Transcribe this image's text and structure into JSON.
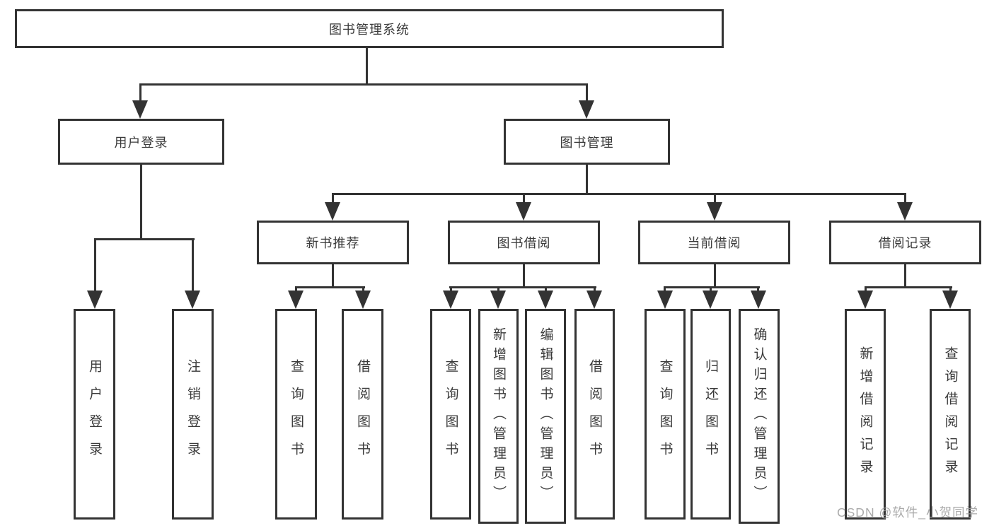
{
  "diagram": {
    "title": "图书管理系统",
    "nodes": {
      "root": "图书管理系统",
      "user_login": "用户登录",
      "book_mgmt": "图书管理",
      "new_books": "新书推荐",
      "book_borrow": "图书借阅",
      "current_borrow": "当前借阅",
      "borrow_records": "借阅记录"
    },
    "leaves": {
      "user": [
        "用户登录",
        "注销登录"
      ],
      "recommend": [
        "查询图书",
        "借阅图书"
      ],
      "borrow": [
        "查询图书",
        "新增图书（管理员）",
        "编辑图书（管理员）",
        "借阅图书"
      ],
      "current": [
        "查询图书",
        "归还图书",
        "确认归还（管理员）"
      ],
      "records": [
        "新增借阅记录",
        "查询借阅记录"
      ]
    },
    "colors": {
      "line": "#333333",
      "text": "#3a3a3a",
      "background": "#ffffff",
      "watermark": "#9e9e9e"
    },
    "watermark": "CSDN @软件_小贺同学"
  }
}
